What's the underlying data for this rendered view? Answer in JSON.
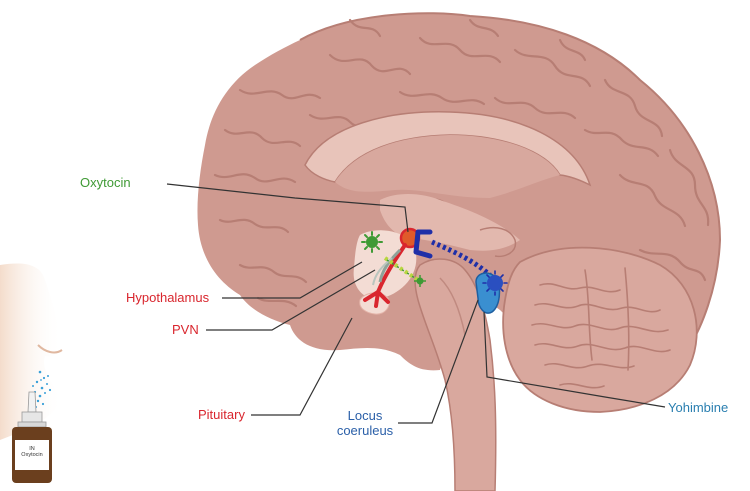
{
  "labels": {
    "oxytocin": "Oxytocin",
    "hypothalamus": "Hypothalamus",
    "pvn": "PVN",
    "pituitary": "Pituitary",
    "locus_line1": "Locus",
    "locus_line2": "coeruleus",
    "yohimbine": "Yohimbine",
    "vial_line1": "IN",
    "vial_line2": "Oxytocin"
  },
  "colors": {
    "brain": "#cf9a90",
    "brain_dark": "#b77e74",
    "brain_light": "#e2b8ae",
    "skin": "#f1d3bd",
    "oxytocin_green": "#3f9a35",
    "hypothalamus_red": "#d9262e",
    "locus_blue": "#2a5fa8",
    "yohimbine_blue": "#2a7fb0",
    "vial_brown": "#6b3f1e"
  },
  "icons": {
    "spray": "nasal-spray-icon",
    "nose": "face-profile-icon"
  }
}
